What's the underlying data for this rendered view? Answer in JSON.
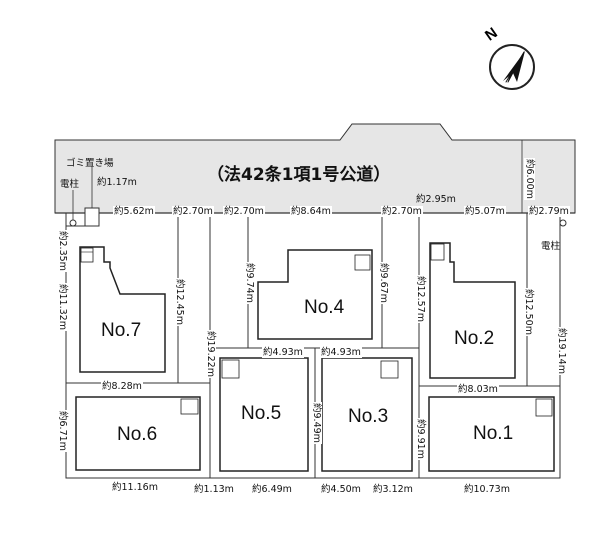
{
  "road": {
    "label": "（法42条1項1号公道）"
  },
  "compass": {
    "letter": "N"
  },
  "utility": {
    "pole_left": "電柱",
    "pole_right": "電柱",
    "garbage": "ゴミ置き場"
  },
  "lots": [
    {
      "id": "lot-7",
      "name": "No.7"
    },
    {
      "id": "lot-6",
      "name": "No.6"
    },
    {
      "id": "lot-5",
      "name": "No.5"
    },
    {
      "id": "lot-4",
      "name": "No.4"
    },
    {
      "id": "lot-3",
      "name": "No.3"
    },
    {
      "id": "lot-2",
      "name": "No.2"
    },
    {
      "id": "lot-1",
      "name": "No.1"
    }
  ],
  "dims": {
    "garbage_w": "約1.17m",
    "front_1": "約5.62m",
    "front_2": "約2.70m",
    "front_3": "約2.70m",
    "front_4": "約8.64m",
    "front_5": "約2.70m",
    "front_6": "約2.95m",
    "front_7": "約5.07m",
    "front_8": "約2.79m",
    "road_w": "約6.00m",
    "left_top": "約2.35m",
    "left_mid": "約11.32m",
    "left_bot": "約6.71m",
    "no7_right": "約12.45m",
    "no7_bottom": "約8.28m",
    "pass_left": "約19.22m",
    "no4_left": "約9.74m",
    "no4_right": "約9.67m",
    "no4_bl": "約4.93m",
    "no4_br": "約4.93m",
    "no2_left": "約12.57m",
    "no2_right": "約12.50m",
    "right_long": "約19.14m",
    "no2_bottom": "約8.03m",
    "mid_v": "約9.49m",
    "no1_left": "約9.91m",
    "bot_6": "約11.16m",
    "bot_pass": "約1.13m",
    "bot_5": "約6.49m",
    "bot_3a": "約4.50m",
    "bot_3b": "約3.12m",
    "bot_1": "約10.73m"
  }
}
